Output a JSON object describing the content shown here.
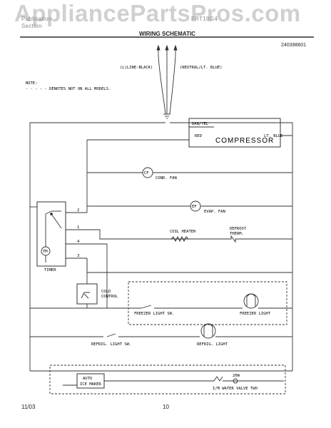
{
  "header": {
    "watermark": "AppliancePartsPros.com",
    "line1": "Publication",
    "line2": "Section",
    "model_frag": "FRT18G4",
    "title": "WIRING SCHEMATIC",
    "part_number": "240398601"
  },
  "schematic": {
    "line_label": "(L)LINE-BLACK)",
    "neutral_label": "(NEUTRAL/LT. BLUE)",
    "note_title": "NOTE:",
    "note_text": "- - - - - DENOTES NOT ON ALL MODELS.",
    "dan_yel": "DAN/YEL",
    "red": "RED",
    "compressor": "COMPRESSOR",
    "lt_blue": "LT. BLUE",
    "cond_fan_symbol": "CF",
    "cond_fan": "COND. FAN",
    "evap_fan_symbol": "EF",
    "evap_fan": "EVAP. FAN",
    "coil_heater": "COIL HEATER",
    "defrost_therm": "DEFROST\nTHERM.",
    "timer_motor": "TM",
    "timer": "TIMER",
    "terminal_2": "2",
    "terminal_1": "1",
    "terminal_4": "4",
    "terminal_3": "3",
    "cold_control": "COLD\nCONTROL",
    "freezer_light_sw": "FREEZER LIGHT SW.",
    "freezer_light": "FREEZER LIGHT",
    "refrig_light_sw": "REFRIG. LIGHT SW.",
    "refrig_light": "REFRIG. LIGHT",
    "auto_ice_maker": "AUTO\nICE MAKER",
    "water_valve": "I/M WATER VALVE TWO",
    "water_valve_sym": "20W"
  },
  "footer": {
    "date": "11/03",
    "page": "10"
  }
}
